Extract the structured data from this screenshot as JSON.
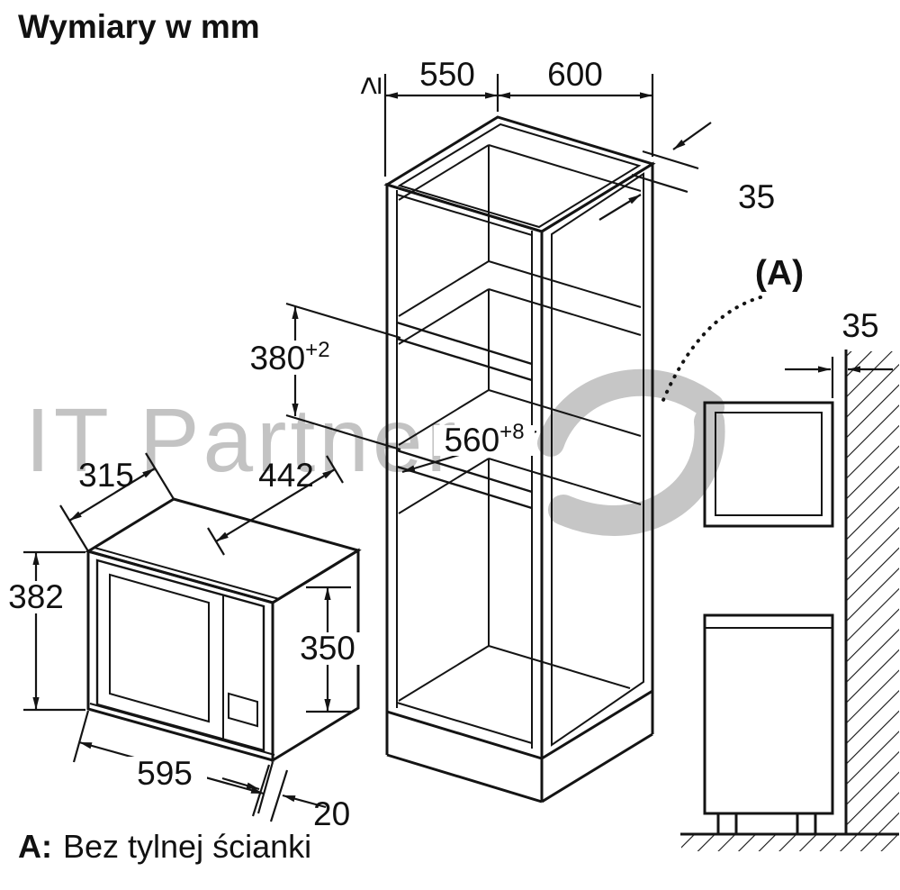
{
  "title": "Wymiary w mm",
  "section_label": "(A)",
  "note": {
    "prefix": "A:",
    "text": "Bez tylnej ścianki"
  },
  "watermark_text": "IT Partner",
  "dims": {
    "gte_symbol": "≥",
    "cabinet_depth": "550",
    "cabinet_width": "600",
    "top_back_offset": "35",
    "niche_height": "380",
    "niche_height_tol": "+2",
    "niche_width": "560",
    "niche_width_tol": "+8",
    "appliance_depth": "315",
    "appliance_total_depth": "442",
    "appliance_height": "382",
    "inner_height": "350",
    "appliance_width": "595",
    "front_offset": "20",
    "wall_gap": "35"
  }
}
